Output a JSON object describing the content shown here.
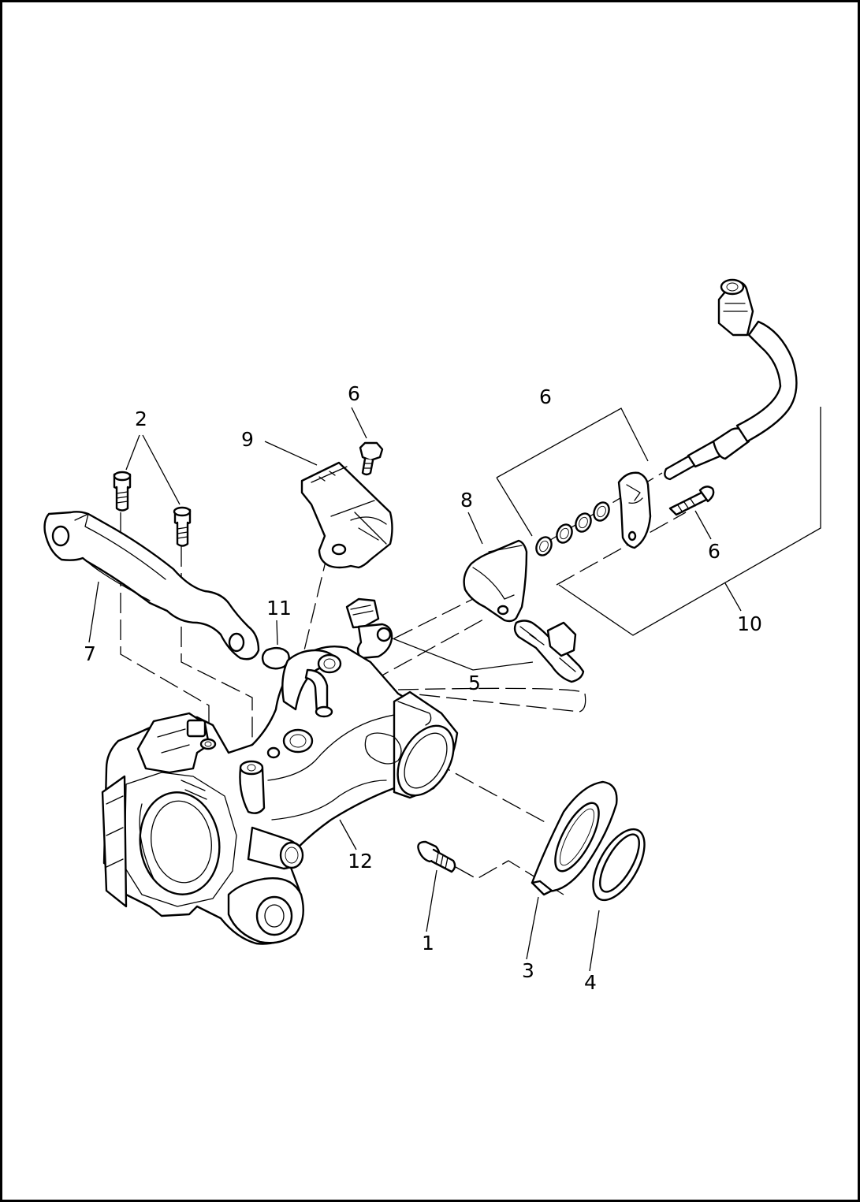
{
  "diagram": {
    "callouts": [
      {
        "id": "c1",
        "label": "1"
      },
      {
        "id": "c2",
        "label": "2"
      },
      {
        "id": "c3",
        "label": "3"
      },
      {
        "id": "c4",
        "label": "4"
      },
      {
        "id": "c5",
        "label": "5"
      },
      {
        "id": "c6a",
        "label": "6"
      },
      {
        "id": "c6b",
        "label": "6"
      },
      {
        "id": "c6c",
        "label": "6"
      },
      {
        "id": "c7",
        "label": "7"
      },
      {
        "id": "c8",
        "label": "8"
      },
      {
        "id": "c9",
        "label": "9"
      },
      {
        "id": "c10",
        "label": "10"
      },
      {
        "id": "c11",
        "label": "11"
      },
      {
        "id": "c12",
        "label": "12"
      }
    ]
  }
}
